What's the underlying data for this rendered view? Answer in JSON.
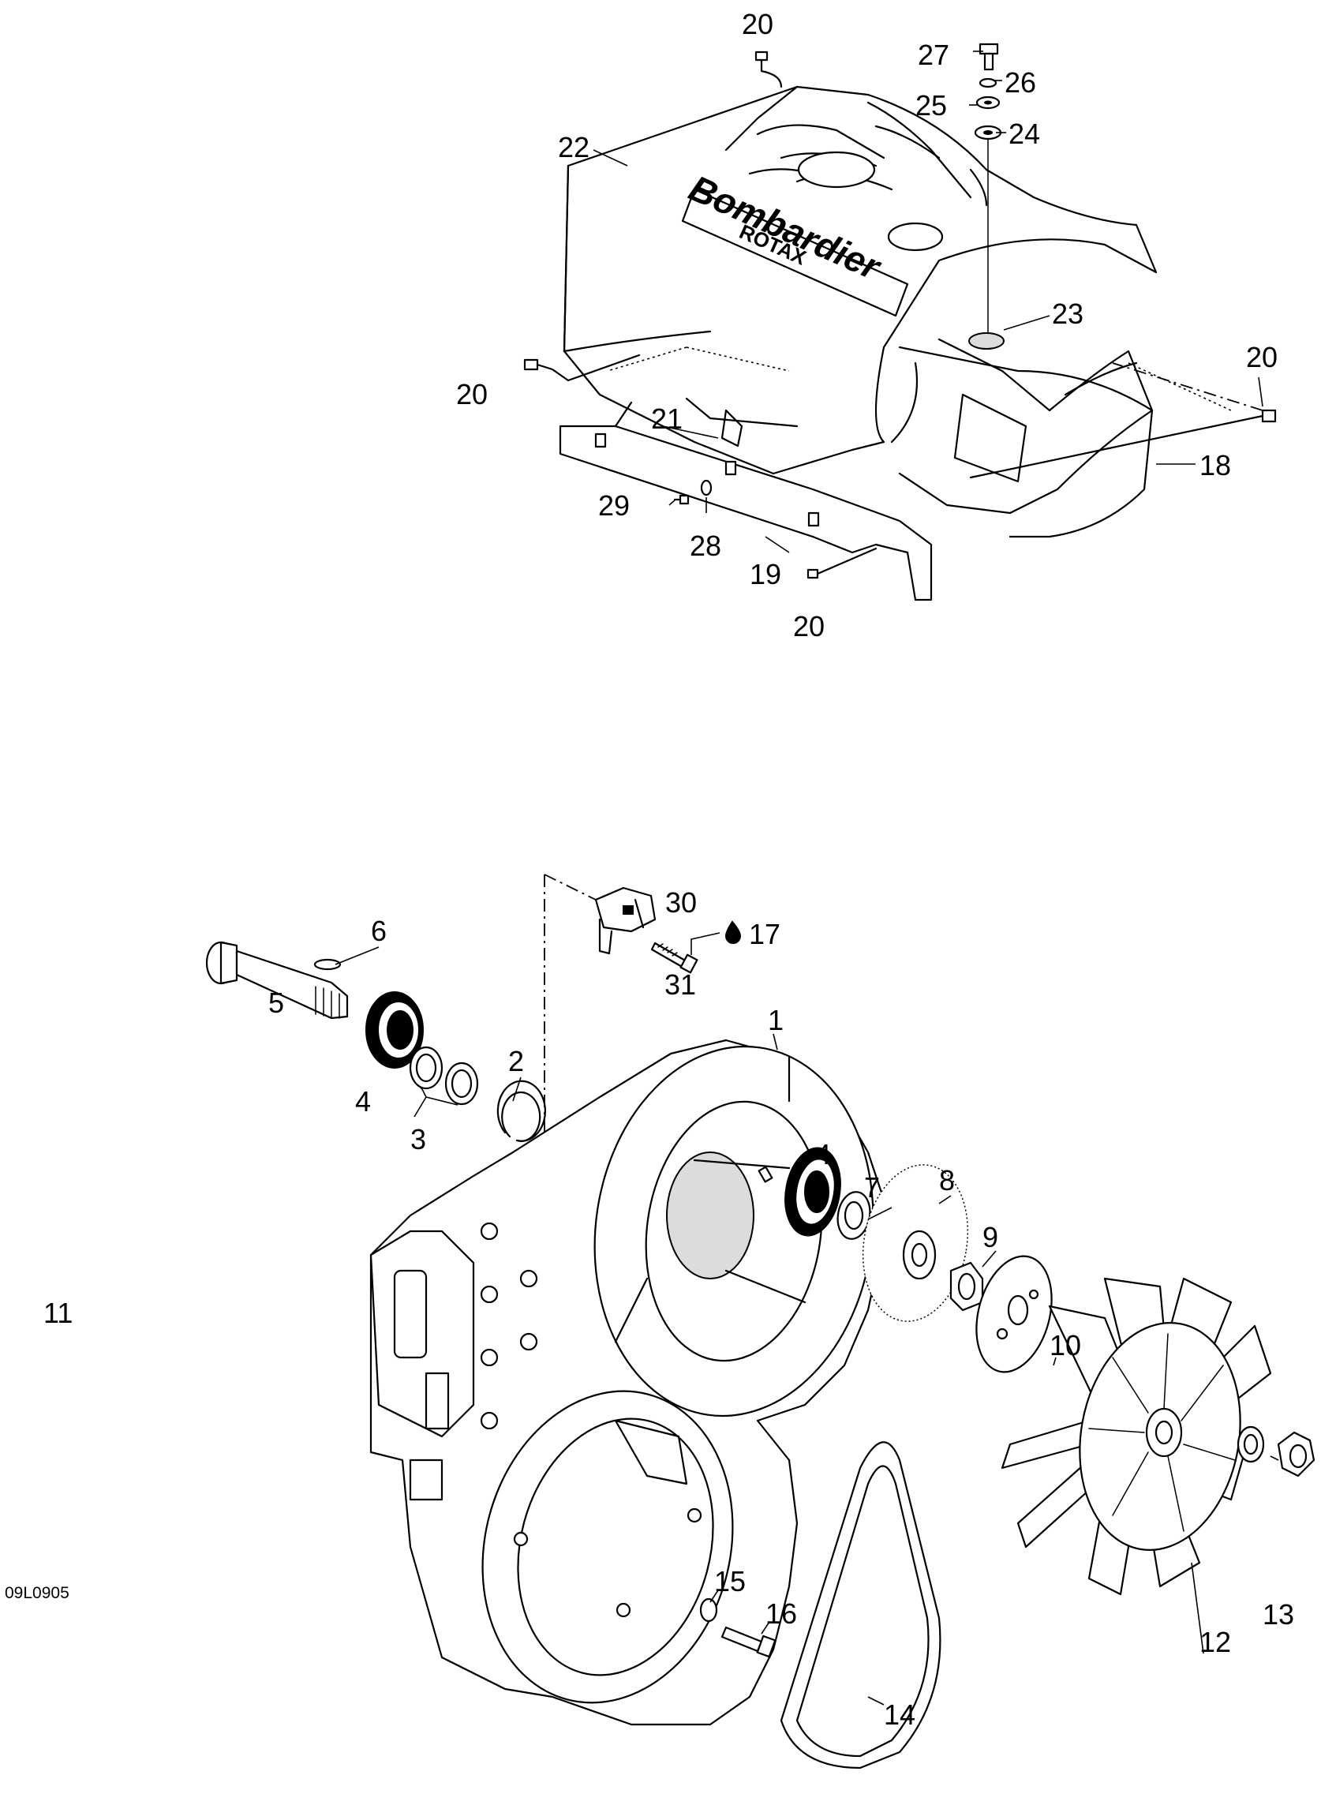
{
  "drawing_code": "09L0905",
  "callouts": {
    "c1": "1",
    "c2": "2",
    "c3": "3",
    "c4a": "4",
    "c4b": "4",
    "c5": "5",
    "c6": "6",
    "c7": "7",
    "c8": "8",
    "c9": "9",
    "c10": "10",
    "c11": "11",
    "c12": "12",
    "c13": "13",
    "c14": "14",
    "c15": "15",
    "c16": "16",
    "c17": "17",
    "c18": "18",
    "c19": "19",
    "c20a": "20",
    "c20b": "20",
    "c20c": "20",
    "c20d": "20",
    "c21": "21",
    "c22": "22",
    "c23": "23",
    "c24": "24",
    "c25": "25",
    "c26": "26",
    "c27": "27",
    "c28": "28",
    "c29": "29",
    "c30": "30",
    "c31": "31"
  },
  "cover_lettering": {
    "brand": "Bombardier",
    "sub": "ROTAX"
  },
  "icons": {
    "lubricant": "oil-drop-icon"
  }
}
